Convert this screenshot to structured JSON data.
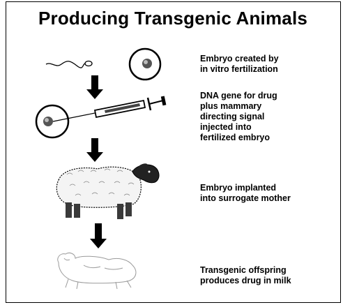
{
  "diagram": {
    "title": "Producing Transgenic Animals",
    "steps": [
      {
        "caption": "Embryo created by\nin vitro fertilization",
        "icon": "sperm-and-egg-icon"
      },
      {
        "caption": "DNA gene for drug\nplus mammary\ndirecting signal\ninjected into\nfertilized embryo",
        "icon": "syringe-injection-icon"
      },
      {
        "caption": "Embryo implanted\ninto surrogate mother",
        "icon": "sheep-icon"
      },
      {
        "caption": "Transgenic offspring\nproduces drug in milk",
        "icon": "lamb-icon"
      }
    ],
    "colors": {
      "ink": "#000000",
      "background": "#ffffff",
      "wool": "#f4f4f4",
      "legs": "#3a3a3a"
    }
  }
}
